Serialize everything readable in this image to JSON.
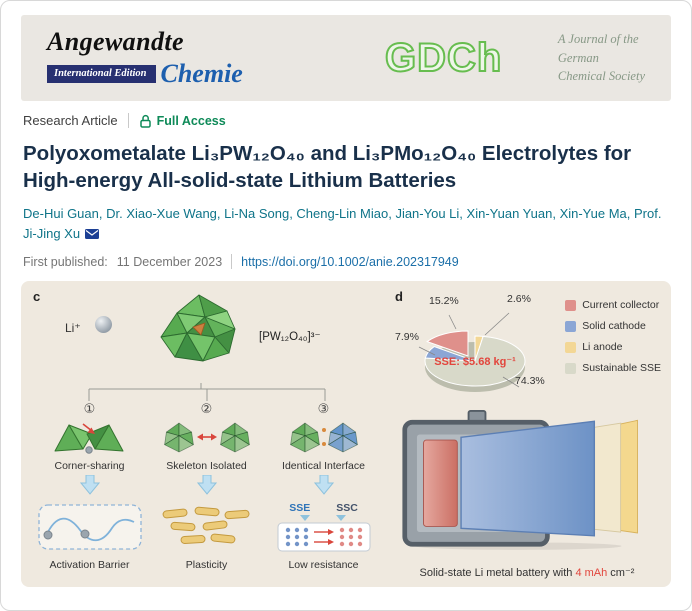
{
  "banner": {
    "brand_line1": "Angewandte",
    "brand_badge": "International Edition",
    "brand_line2": "Chemie",
    "society": "GDCh",
    "tagline": [
      "A Journal of the",
      "German",
      "Chemical Society"
    ]
  },
  "meta": {
    "article_type": "Research Article",
    "access": "Full Access"
  },
  "title": "Polyoxometalate Li₃PW₁₂O₄₀ and Li₃PMo₁₂O₄₀ Electrolytes for High-energy All-solid-state Lithium Batteries",
  "authors": [
    "De-Hui Guan",
    "Dr. Xiao-Xue Wang",
    "Li-Na Song",
    "Cheng-Lin Miao",
    "Jian-You Li",
    "Xin-Yuan Yuan",
    "Xin-Yue Ma",
    "Prof. Ji-Jing Xu"
  ],
  "publication": {
    "label": "First published:",
    "date": "11 December 2023",
    "doi": "https://doi.org/10.1002/anie.202317949"
  },
  "figure": {
    "panel_c": {
      "label": "c",
      "li_ion_label": "Li⁺",
      "cluster_formula": "[PW₁₂O₄₀]³⁻",
      "branches": [
        {
          "number": "①",
          "mechanism": "Corner-sharing",
          "outcome": "Activation Barrier"
        },
        {
          "number": "②",
          "mechanism": "Skeleton Isolated",
          "outcome": "Plasticity"
        },
        {
          "number": "③",
          "mechanism": "Identical Interface",
          "outcome": "Low resistance",
          "sse": "SSE",
          "ssc": "SSC"
        }
      ]
    },
    "panel_d": {
      "label": "d",
      "caption_prefix": "Solid-state Li metal battery with ",
      "caption_highlight": "4 mAh",
      "caption_suffix": " cm⁻²"
    }
  },
  "chart_data": {
    "type": "pie",
    "annotation": "SSE: $5.68 kg⁻¹",
    "unit": "%",
    "legend_position": "right",
    "slices": [
      {
        "label": "Current collector",
        "value": 15.2,
        "display": "15.2%",
        "color": "#df908b"
      },
      {
        "label": "Solid cathode",
        "value": 7.9,
        "display": "7.9%",
        "color": "#8ba6d5"
      },
      {
        "label": "Li anode",
        "value": 2.6,
        "display": "2.6%",
        "color": "#f3d795"
      },
      {
        "label": "Sustainable SSE",
        "value": 74.3,
        "display": "74.3%",
        "color": "#d8d9c9"
      }
    ]
  }
}
